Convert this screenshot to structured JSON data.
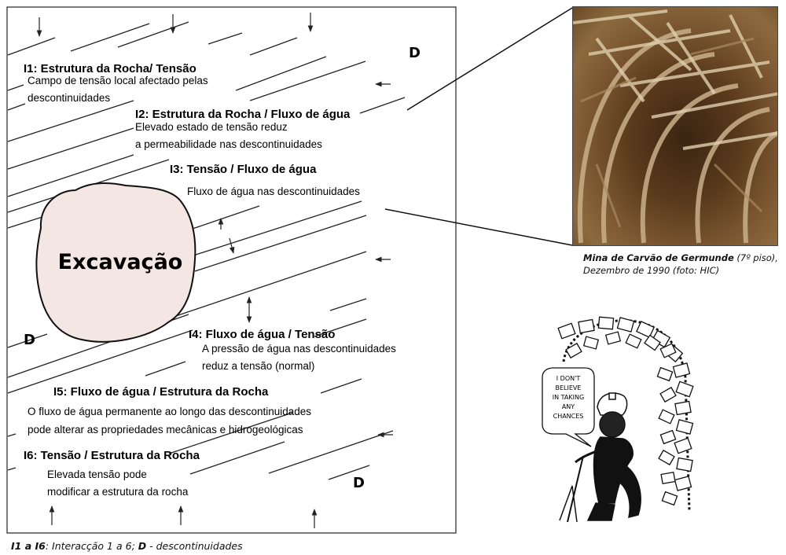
{
  "interactions": [
    {
      "title": "I1: Estrutura da Rocha/ Tensão",
      "lines": [
        "Campo de tensão local afectado pelas",
        "descontinuidades"
      ]
    },
    {
      "title": "I2: Estrutura da Rocha / Fluxo de água",
      "lines": [
        "Elevado estado de tensão reduz",
        "a permeabilidade nas descontinuidades"
      ]
    },
    {
      "title": "I3: Tensão / Fluxo de água",
      "lines": [
        "Fluxo de água nas descontinuidades"
      ]
    },
    {
      "title": "I4: Fluxo de água / Tensão",
      "lines": [
        "A pressão de água nas descontinuidades",
        "reduz a tensão (normal)"
      ]
    },
    {
      "title": "I5: Fluxo de água / Estrutura da Rocha",
      "lines": [
        "O fluxo de água permanente ao longo das descontinuidades",
        "pode alterar as propriedades mecânicas e hidrogeológicas"
      ]
    },
    {
      "title": "I6: Tensão / Estrutura da Rocha",
      "lines": [
        "Elevada tensão pode",
        "modificar a estrutura da rocha"
      ]
    }
  ],
  "excavation_label": "Excavação",
  "d_label": "D",
  "photo_caption": {
    "name": "Mina de Carvão de Germunde",
    "level": "(7º piso),",
    "date_line": "Dezembro de 1990 (foto: HIC)"
  },
  "cartoon_bubble": [
    "I DON'T",
    "BELIEVE",
    "IN TAKING",
    "ANY",
    "CHANCES"
  ],
  "footnote": {
    "range": "I1 a I6",
    "range_desc": ": Interacção 1 a 6; ",
    "d": "D",
    "d_desc": " - descontinuidades"
  }
}
